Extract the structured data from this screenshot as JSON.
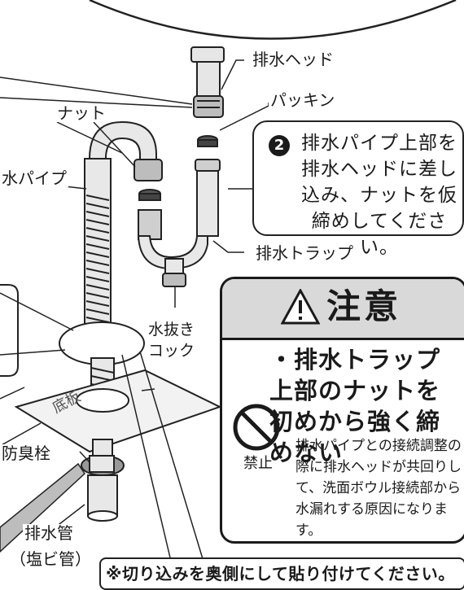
{
  "labels": {
    "drain_head": "排水ヘッド",
    "packing": "パッキン",
    "nut": "ナット",
    "drain_pipe": "水パイプ",
    "drain_trap": "排水トラップ",
    "drain_cock": "水抜き\nコック",
    "base_plate": "底板",
    "odor_plug": "防臭栓",
    "drain_tube": "排水管",
    "drain_tube_material": "（塩ビ管）"
  },
  "step": {
    "number": "2",
    "text": "排水パイプ上部を排水ヘッドに差し込み、ナットを仮締めしてください。"
  },
  "caution": {
    "title": "注意",
    "warning": "・排水トラップ上部のナットを初めから強く締めない",
    "prohibit_label": "禁止",
    "detail": "排水パイプとの接続調整の際に排水ヘッドが共回りして、洗面ボウル接続部から水漏れする原因になります。"
  },
  "note": "※切り込みを奥側にして貼り付けてください。"
}
